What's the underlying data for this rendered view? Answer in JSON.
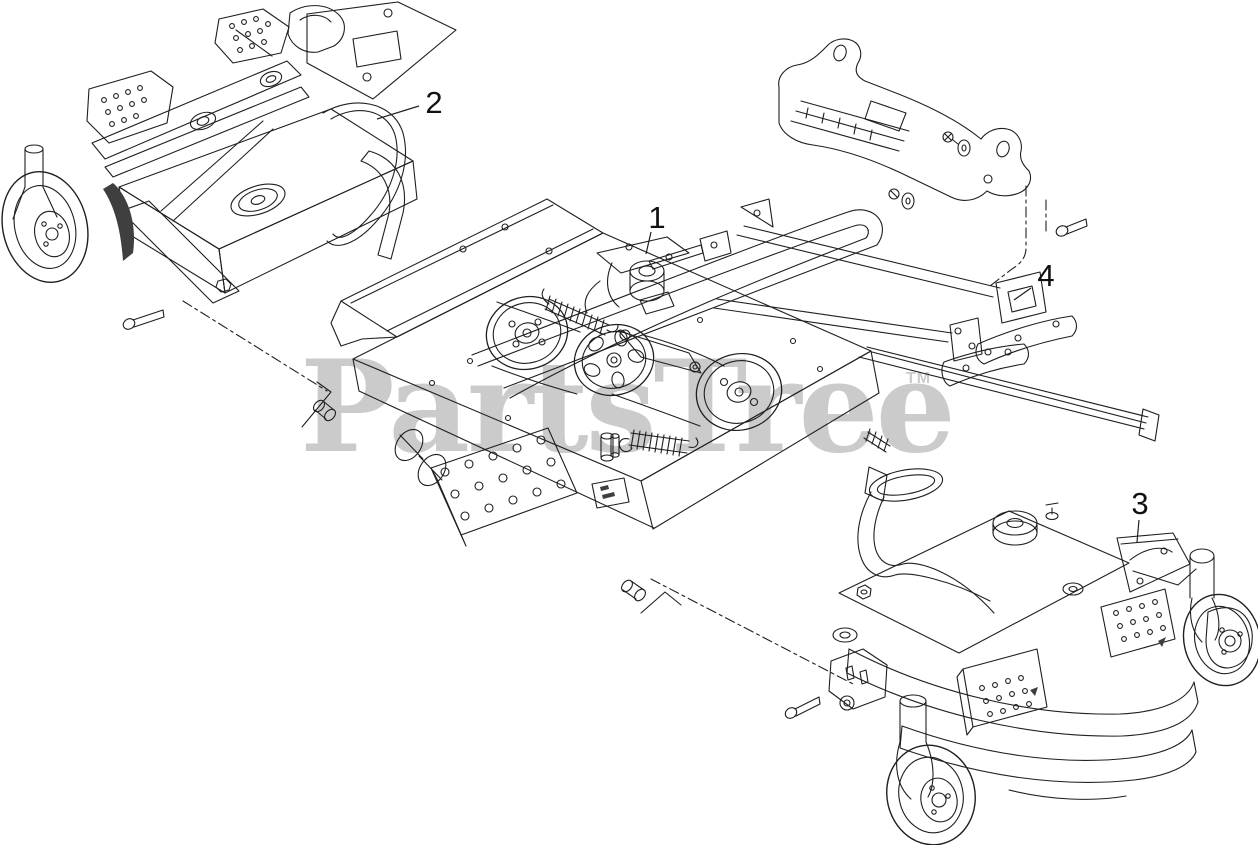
{
  "watermark": {
    "text": "PartsTree",
    "trademark": "TM",
    "color": "#cbcbcb"
  },
  "diagram": {
    "background_color": "#ffffff",
    "line_color": "#1f1f1f",
    "callouts": [
      {
        "label": "1"
      },
      {
        "label": "2"
      },
      {
        "label": "3"
      },
      {
        "label": "4"
      }
    ]
  }
}
